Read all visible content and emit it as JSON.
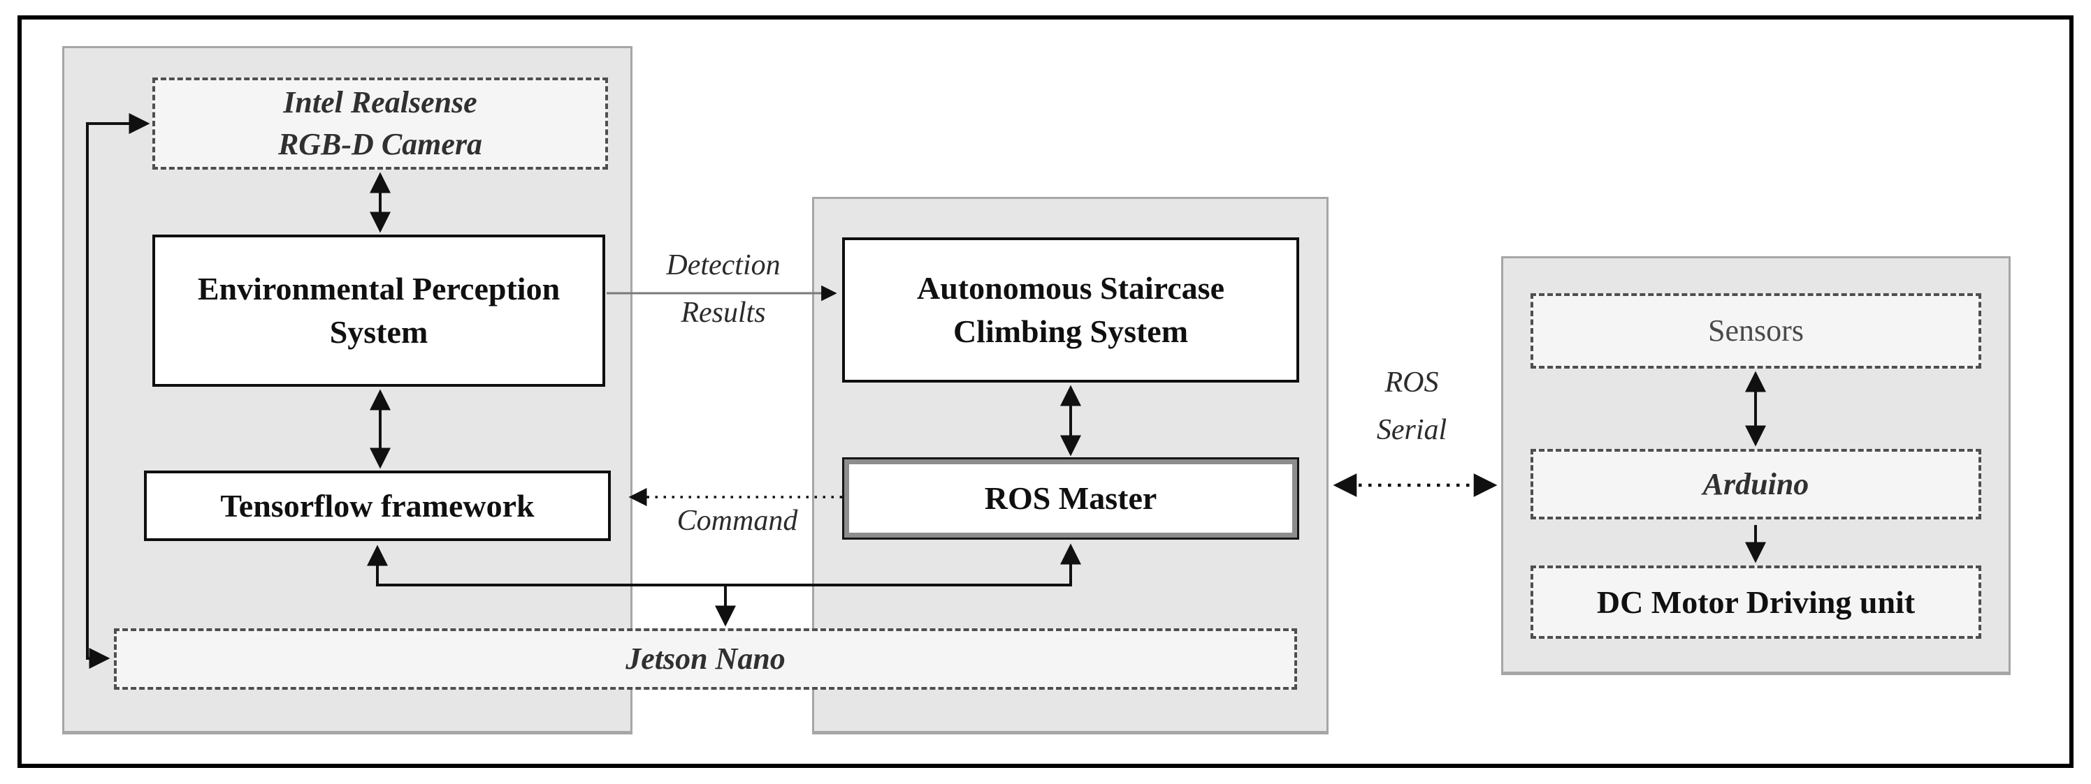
{
  "nodes": {
    "intel_camera": {
      "label": "Intel Realsense\nRGB-D Camera"
    },
    "environmental_perception": {
      "label": "Environmental Perception\nSystem"
    },
    "tensorflow": {
      "label": "Tensorflow framework"
    },
    "jetson_nano": {
      "label": "Jetson Nano"
    },
    "staircase_system": {
      "label": "Autonomous Staircase\nClimbing System"
    },
    "ros_master": {
      "label": "ROS Master"
    },
    "sensors": {
      "label": "Sensors"
    },
    "arduino": {
      "label": "Arduino"
    },
    "dc_motor": {
      "label": "DC Motor Driving unit"
    }
  },
  "edge_labels": {
    "detection_results": "Detection\nResults",
    "command": "Command",
    "ros_serial": "ROS\nSerial"
  },
  "colors": {
    "outer_border": "#000000",
    "panel_fill": "#e6e6e6",
    "panel_border": "#a6a6a6",
    "solid_node_fill": "#ffffff",
    "solid_node_border": "#0f0f0f",
    "dashed_node_fill": "#f5f5f5",
    "dashed_node_border": "#4f4f4f",
    "ros_master_inset": "#8d8d8d",
    "line": "#111111",
    "detection_line": "#7a7a7a",
    "text_primary": "#101010",
    "text_italic": "#303030",
    "text_muted": "#4a4a4a"
  }
}
